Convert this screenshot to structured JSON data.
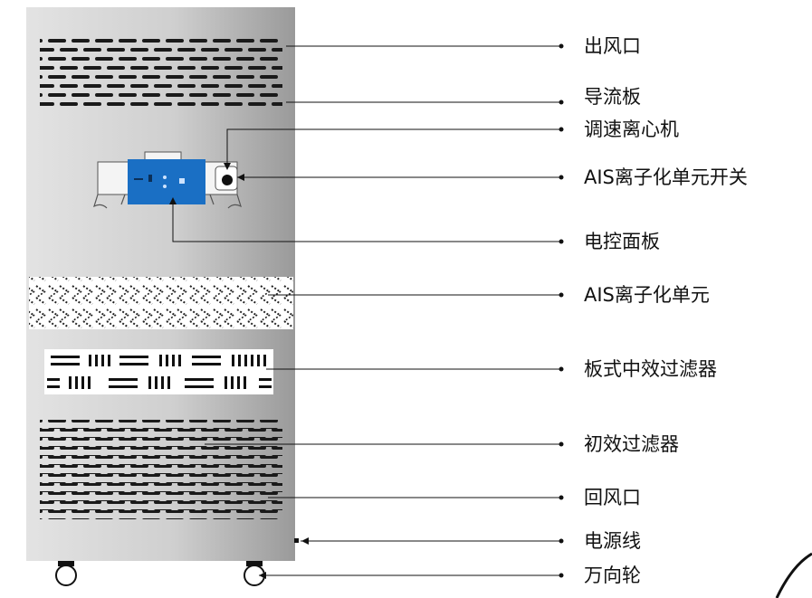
{
  "diagram": {
    "labels": [
      "出风口",
      "导流板",
      "调速离心机",
      "AIS离子化单元开关",
      "电控面板",
      "AIS离子化单元",
      "板式中效过滤器",
      "初效过滤器",
      "回风口",
      "电源线",
      "万向轮"
    ]
  },
  "colors": {
    "cabinet_light": "#e6e6e6",
    "cabinet_dark": "#9c9c9c",
    "panel_blue": "#1a6fc4",
    "ink": "#111111"
  }
}
